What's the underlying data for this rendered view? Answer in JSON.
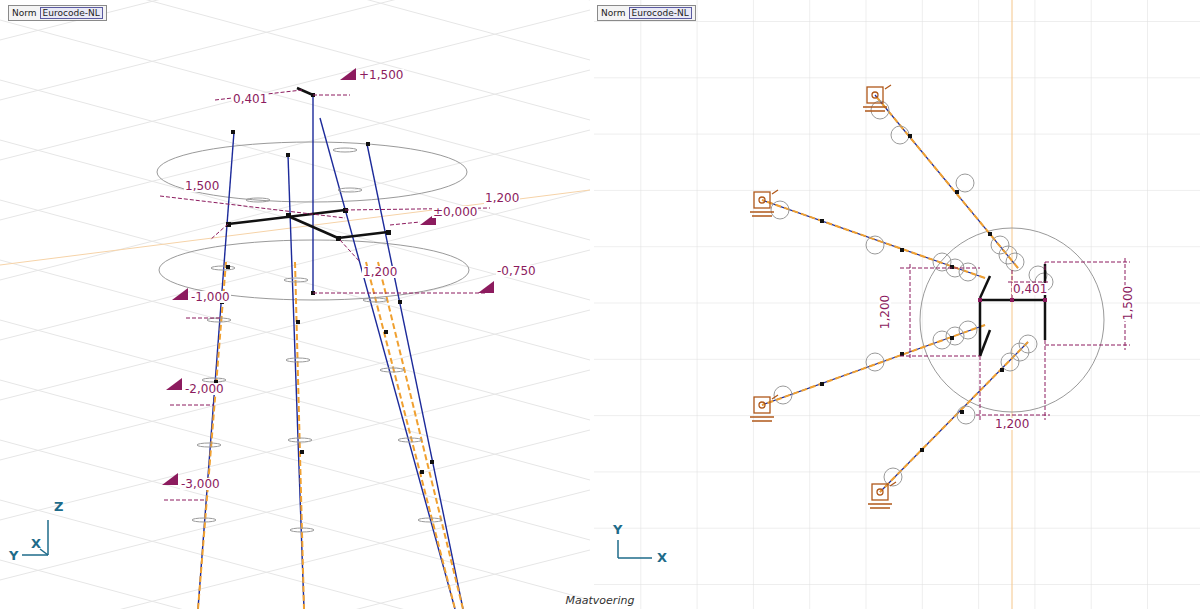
{
  "diagram": {
    "caption": "Maatvoering",
    "nodes": [
      {
        "text": [
          "Norm",
          "Eurocode-NL"
        ]
      },
      {
        "text": [
          "Norm",
          "Eurocode-NL"
        ]
      }
    ],
    "labels": [
      "+1,500",
      "0,401",
      "1,500",
      "1,200",
      "±0,000",
      "1,200",
      "-0,750",
      "-1,000",
      "-2,000",
      "-3,000",
      "Z",
      "Y",
      "X",
      "0,401",
      "1,200",
      "1,500",
      "1,200",
      "Y",
      "X"
    ]
  }
}
